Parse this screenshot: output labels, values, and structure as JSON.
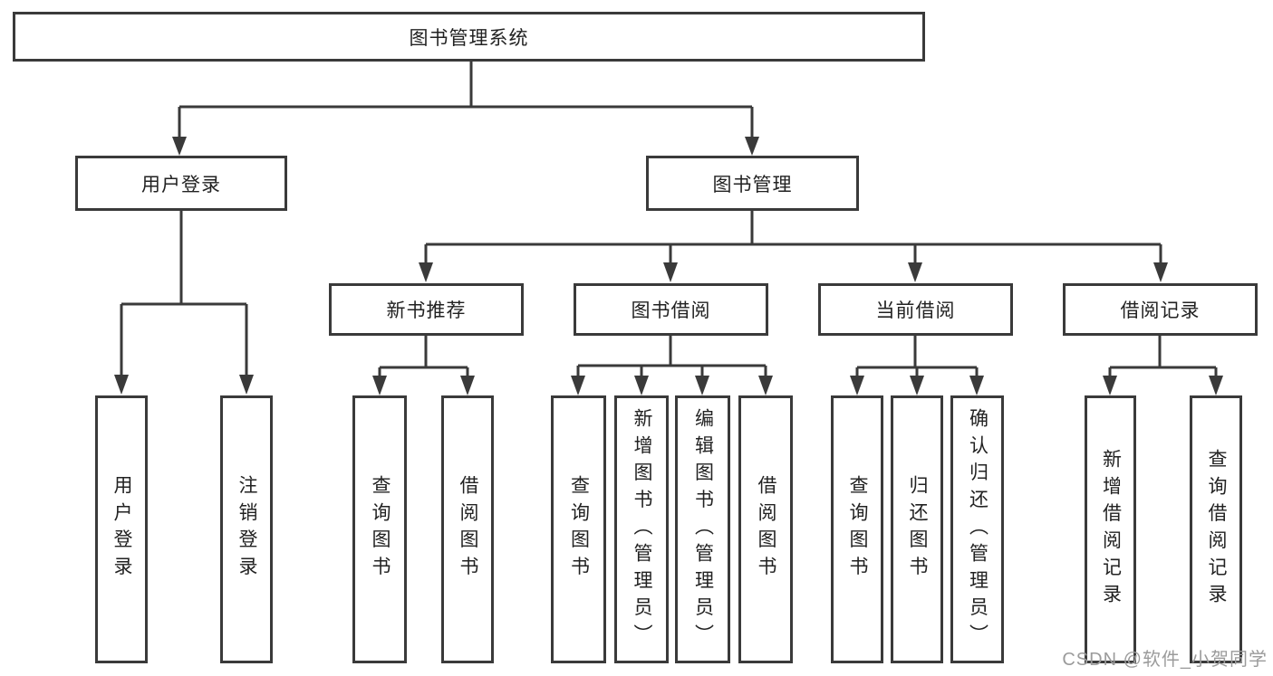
{
  "tree": {
    "label": "图书管理系统",
    "children": [
      {
        "label": "用户登录",
        "children": [
          {
            "label": "用户登录"
          },
          {
            "label": "注销登录"
          }
        ]
      },
      {
        "label": "图书管理",
        "children": [
          {
            "label": "新书推荐",
            "children": [
              {
                "label": "查询图书"
              },
              {
                "label": "借阅图书"
              }
            ]
          },
          {
            "label": "图书借阅",
            "children": [
              {
                "label": "查询图书"
              },
              {
                "label": "新增图书（管理员）"
              },
              {
                "label": "编辑图书（管理员）"
              },
              {
                "label": "借阅图书"
              }
            ]
          },
          {
            "label": "当前借阅",
            "children": [
              {
                "label": "查询图书"
              },
              {
                "label": "归还图书"
              },
              {
                "label": "确认归还（管理员）"
              }
            ]
          },
          {
            "label": "借阅记录",
            "children": [
              {
                "label": "新增借阅记录"
              },
              {
                "label": "查询借阅记录"
              }
            ]
          }
        ]
      }
    ]
  },
  "watermark": {
    "text": "CSDN @软件_小贺同学"
  },
  "colors": {
    "line": "#3a3a3a",
    "node_border": "#3a3a3a",
    "node_text": "#222222",
    "background": "#ffffff",
    "watermark": "#9b9b9b"
  }
}
